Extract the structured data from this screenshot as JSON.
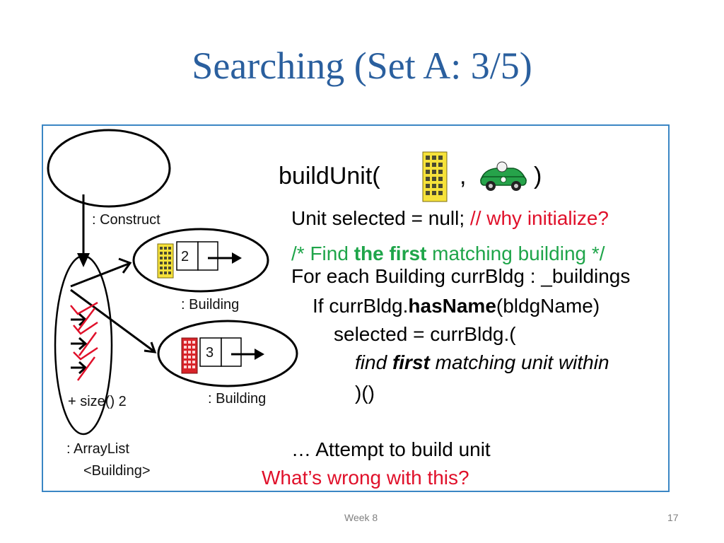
{
  "title": "Searching (Set A: 3/5)",
  "diagram": {
    "construct_label": ": Construct",
    "building_label_1": ": Building",
    "building_label_2": ": Building",
    "building_1_value": "2",
    "building_2_value": "3",
    "size_label": "+ size() 2",
    "arraylist_label_1": ": ArrayList",
    "arraylist_label_2": "<Building>"
  },
  "code": {
    "build_unit_open": "buildUnit(",
    "build_unit_comma": ",",
    "build_unit_close": ")",
    "line_unit_selected": "Unit selected = null;",
    "line_why_initialize": "// why initialize?",
    "comment_part1": "/* Find ",
    "comment_bold": "the first",
    "comment_part2": " matching building */",
    "for_each": "For each Building currBldg : _buildings",
    "if_prefix": "If currBldg.",
    "if_bold": "hasName",
    "if_suffix": "(bldgName)",
    "selected_line": "selected = currBldg.(",
    "find_part1": "find ",
    "find_bold": "first",
    "find_part2": " matching unit within",
    "close_parens": ")()",
    "attempt": "… Attempt to build unit",
    "whats_wrong": "What’s wrong with this?"
  },
  "footer": {
    "week": "Week 8",
    "page": "17"
  },
  "colors": {
    "title": "#2a5f9e",
    "frame": "#3a86c4",
    "red": "#e0102a",
    "green": "#1fa54a"
  }
}
